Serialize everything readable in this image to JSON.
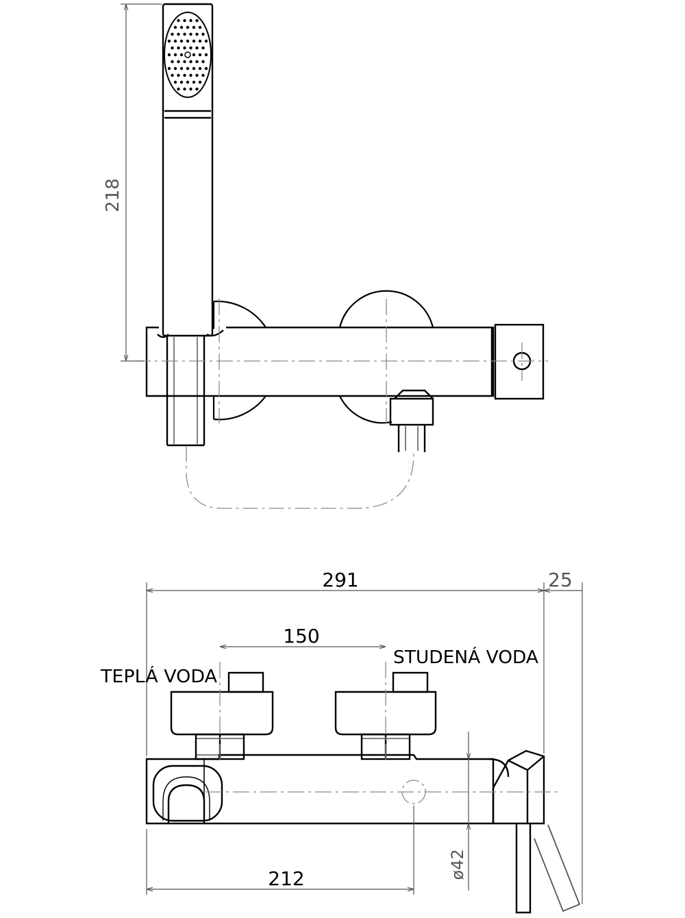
{
  "dimensions": {
    "shower_height": "218",
    "overall_width": "291",
    "lever_projection": "25",
    "inlet_spacing": "150",
    "body_length": "212",
    "body_diameter": "ø42"
  },
  "labels": {
    "hot_water": "TEPLÁ VODA",
    "cold_water": "STUDENÁ VODA"
  },
  "colors": {
    "outline": "#000000",
    "dimension": "#555555",
    "centerline": "#888888"
  }
}
